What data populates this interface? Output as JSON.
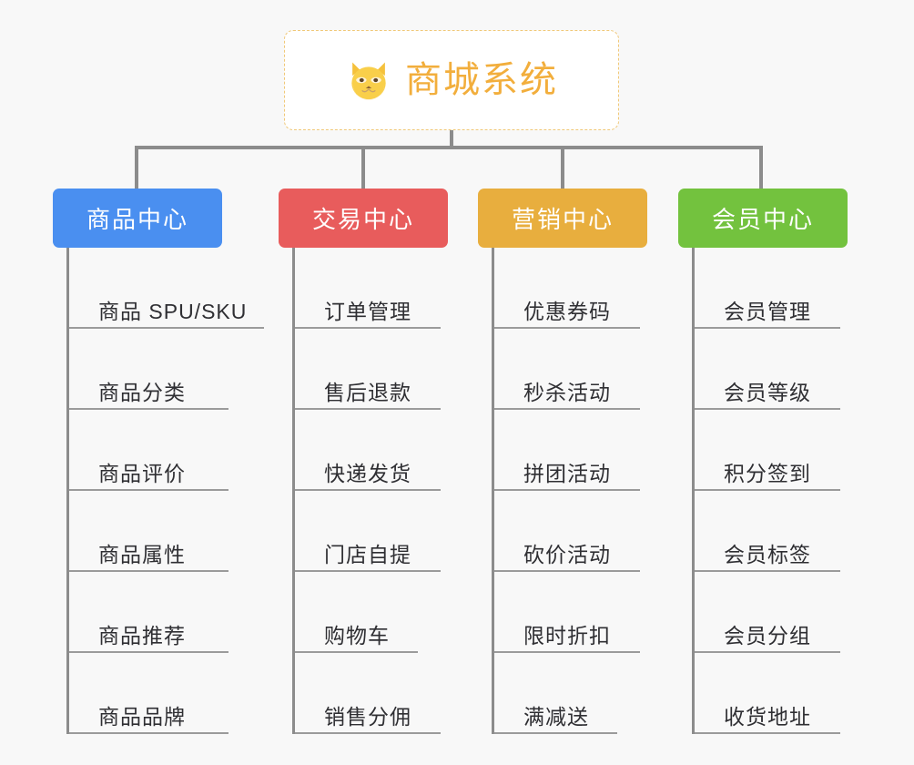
{
  "root": {
    "title": "商城系统",
    "icon": "shiba-dog-icon",
    "border_color": "#f0c878",
    "text_color": "#f2ae3c"
  },
  "connector_color": "#8c8c8c",
  "background": "#f8f8f8",
  "columns": [
    {
      "label": "商品中心",
      "color": "#4a8ff0",
      "items": [
        "商品 SPU/SKU",
        "商品分类",
        "商品评价",
        "商品属性",
        "商品推荐",
        "商品品牌"
      ]
    },
    {
      "label": "交易中心",
      "color": "#e85c5c",
      "items": [
        "订单管理",
        "售后退款",
        "快递发货",
        "门店自提",
        "购物车",
        "销售分佣"
      ]
    },
    {
      "label": "营销中心",
      "color": "#e8ae3e",
      "items": [
        "优惠券码",
        "秒杀活动",
        "拼团活动",
        "砍价活动",
        "限时折扣",
        "满减送"
      ]
    },
    {
      "label": "会员中心",
      "color": "#73c23e",
      "items": [
        "会员管理",
        "会员等级",
        "积分签到",
        "会员标签",
        "会员分组",
        "收货地址"
      ]
    }
  ]
}
